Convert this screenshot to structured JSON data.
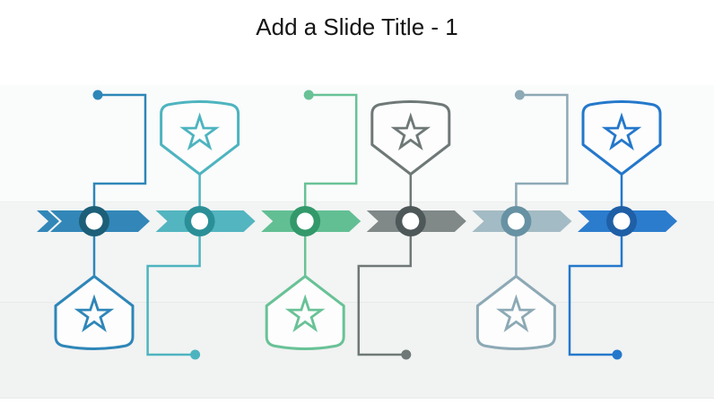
{
  "slide": {
    "title": "Add a Slide Title - 1",
    "background": {
      "top_color": "#ffffff",
      "upper_band_color": "#fafbfb",
      "middle_band_color": "#f3f4f4",
      "lower_band_color": "#f1f2f2",
      "bottom_strip_color": "#fdfdfd"
    }
  },
  "timeline": {
    "type": "chevron-process-timeline",
    "step_count": 6,
    "node_inner_color": "#ffffff",
    "stations": [
      {
        "name": "step-1",
        "badge_icon": "star-icon",
        "badge_position": "below",
        "dot_position": "above",
        "band_color": "#3287b8",
        "ring_color": "#1d5f78",
        "accent_color": "#2e86b8"
      },
      {
        "name": "step-2",
        "badge_icon": "star-icon",
        "badge_position": "above",
        "dot_position": "below",
        "band_color": "#52b5c0",
        "ring_color": "#2b8f98",
        "accent_color": "#4db4bf"
      },
      {
        "name": "step-3",
        "badge_icon": "star-icon",
        "badge_position": "below",
        "dot_position": "above",
        "band_color": "#62bf93",
        "ring_color": "#33996b",
        "accent_color": "#68c296"
      },
      {
        "name": "step-4",
        "badge_icon": "star-icon",
        "badge_position": "above",
        "dot_position": "below",
        "band_color": "#808888",
        "ring_color": "#4f5858",
        "accent_color": "#6e7877"
      },
      {
        "name": "step-5",
        "badge_icon": "star-icon",
        "badge_position": "below",
        "dot_position": "above",
        "band_color": "#a3bbc4",
        "ring_color": "#6792a3",
        "accent_color": "#8ca9b5"
      },
      {
        "name": "step-6",
        "badge_icon": "star-icon",
        "badge_position": "above",
        "dot_position": "below",
        "band_color": "#2b7ccd",
        "ring_color": "#1f5fa6",
        "accent_color": "#2478cb"
      }
    ]
  }
}
